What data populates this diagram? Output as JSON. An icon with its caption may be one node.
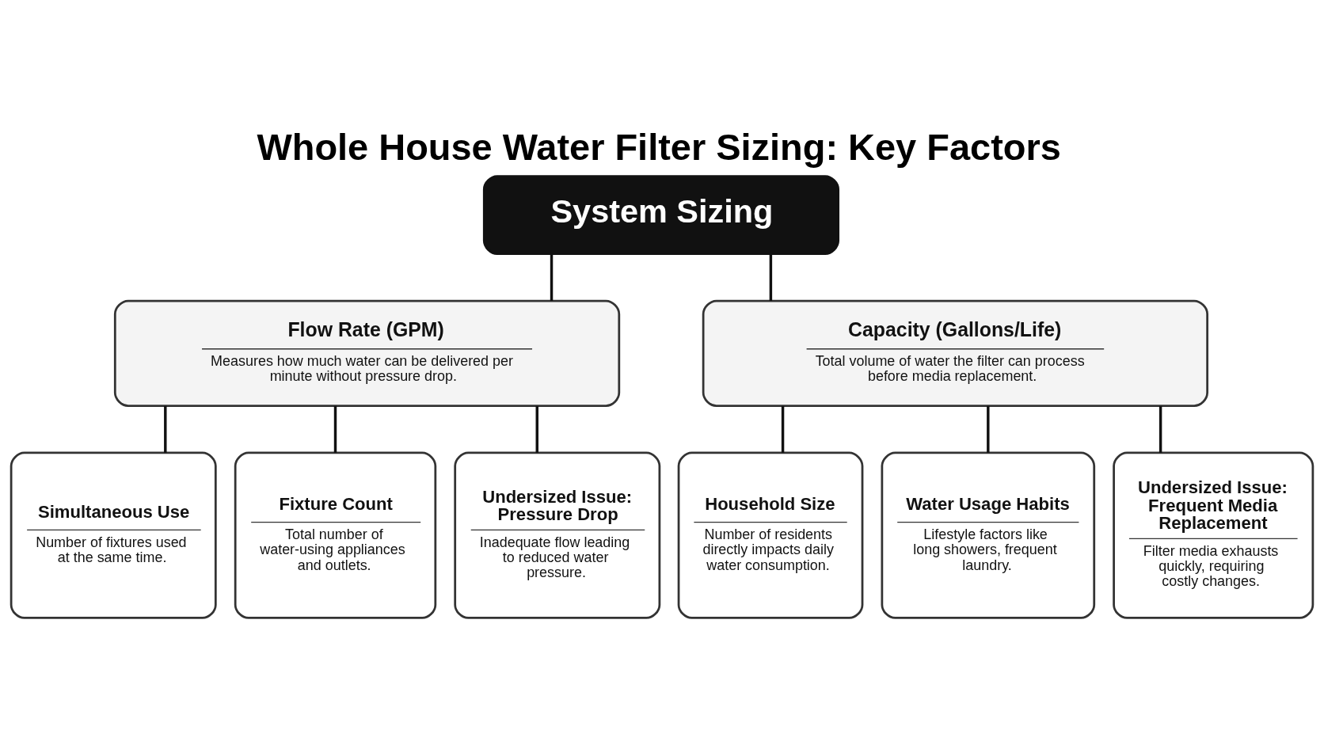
{
  "diagram": {
    "title": "Whole House Water Filter Sizing: Key Factors",
    "nodes": [
      {
        "text": [
          "System Sizing"
        ]
      },
      {
        "text": [
          "Flow Rate (GPM)",
          "Measures how much water can be delivered per minute without pressure drop."
        ]
      },
      {
        "text": [
          "Capacity (Gallons/Life)",
          "Total volume of water the filter can process before media replacement."
        ]
      },
      {
        "text": [
          "Simultaneous Use",
          "Number of fixtures used at the same time."
        ]
      },
      {
        "text": [
          "Fixture Count",
          "Total number of water-using appliances and outlets."
        ]
      },
      {
        "text": [
          "Undersized Issue: Pressure Drop",
          "Inadequate flow leading to reduced water pressure."
        ]
      },
      {
        "text": [
          "Household Size",
          "Number of residents directly impacts daily water consumption."
        ]
      },
      {
        "text": [
          "Water Usage Habits",
          "Lifestyle factors like long showers, frequent laundry."
        ]
      },
      {
        "text": [
          "Undersized Issue: Frequent Media Replacement",
          "Filter media exhausts quickly, requiring costly changes."
        ]
      }
    ],
    "edges": [
      {
        "from": 0,
        "to": 1,
        "arrow": "none"
      },
      {
        "from": 0,
        "to": 2,
        "arrow": "none"
      },
      {
        "from": 1,
        "to": 3,
        "arrow": "none"
      },
      {
        "from": 1,
        "to": 4,
        "arrow": "none"
      },
      {
        "from": 1,
        "to": 5,
        "arrow": "none"
      },
      {
        "from": 2,
        "to": 6,
        "arrow": "none"
      },
      {
        "from": 2,
        "to": 7,
        "arrow": "none"
      },
      {
        "from": 2,
        "to": 8,
        "arrow": "none"
      }
    ]
  }
}
